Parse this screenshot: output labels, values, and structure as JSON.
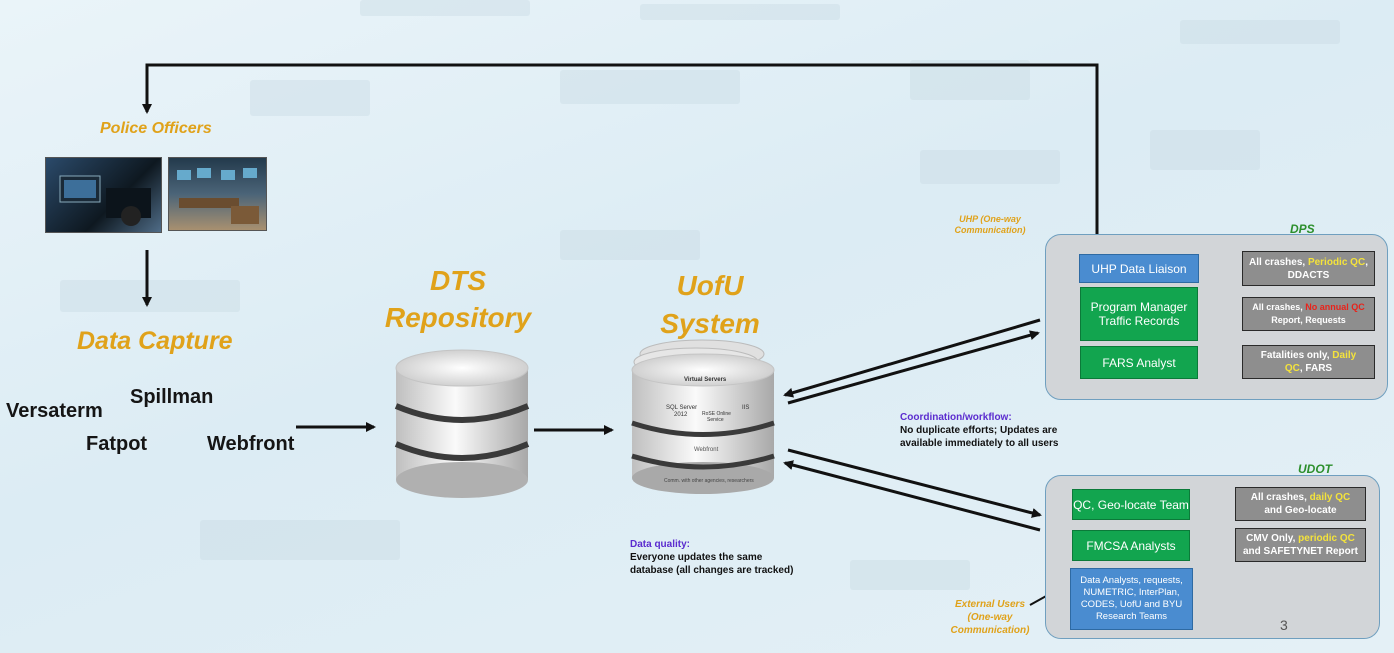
{
  "police": {
    "title": "Police Officers"
  },
  "capture": {
    "title": "Data Capture",
    "sources": [
      "Versaterm",
      "Spillman",
      "Fatpot",
      "Webfront"
    ]
  },
  "dts": {
    "line1": "DTS",
    "line2": "Repository"
  },
  "uofu": {
    "line1": "UofU",
    "line2": "System",
    "server_labels": {
      "top": "Virtual Servers",
      "sql1": "SQL Server",
      "sql2": "2012",
      "inet1": "RoSE Online",
      "inet2": "Service",
      "iis": "IIS",
      "web": "Webfront",
      "comm": "Comm. with other agencies, researchers"
    }
  },
  "coordination": {
    "title": "Coordination/workflow:",
    "line1": "No duplicate efforts; Updates are",
    "line2": "available immediately to all users"
  },
  "quality": {
    "title": "Data quality:",
    "line1": "Everyone updates the same",
    "line2": "database (all changes are tracked)"
  },
  "uhp_label": {
    "line1": "UHP (One-way",
    "line2": "Communication)"
  },
  "external_label": {
    "line1": "External Users",
    "line2": "(One-way",
    "line3": "Communication)"
  },
  "dps": {
    "title": "DPS",
    "liaison": "UHP Data Liaison",
    "manager1": "Program Manager",
    "manager2": "Traffic Records",
    "fars": "FARS Analyst",
    "out1": {
      "a": "All crashes, ",
      "b": "Periodic QC",
      "c": ",",
      "d": "DDACTS"
    },
    "out2": {
      "a": "All crashes, ",
      "b": "No annual QC",
      "c": "Report, Requests"
    },
    "out3": {
      "a": "Fatalities only, ",
      "b": "Daily",
      "c": "QC",
      "d": ", FARS"
    }
  },
  "udot": {
    "title": "UDOT",
    "qc": "QC, Geo-locate Team",
    "fmcsa": "FMCSA Analysts",
    "ext": [
      "Data Analysts, requests,",
      "NUMETRIC, InterPlan,",
      "CODES, UofU and BYU",
      "Research Teams"
    ],
    "out1": {
      "a": "All crashes, ",
      "b": "daily QC",
      "c": "and Geo-locate"
    },
    "out2": {
      "a": "CMV Only, ",
      "b": "periodic QC",
      "c": "and SAFETYNET Report"
    }
  },
  "page_number": "3",
  "colors": {
    "accent_orange": "#e0a21a",
    "green": "#12a54f",
    "blue": "#4a8cd0",
    "grey": "#8e8e8e",
    "purple": "#5b2ccf"
  }
}
